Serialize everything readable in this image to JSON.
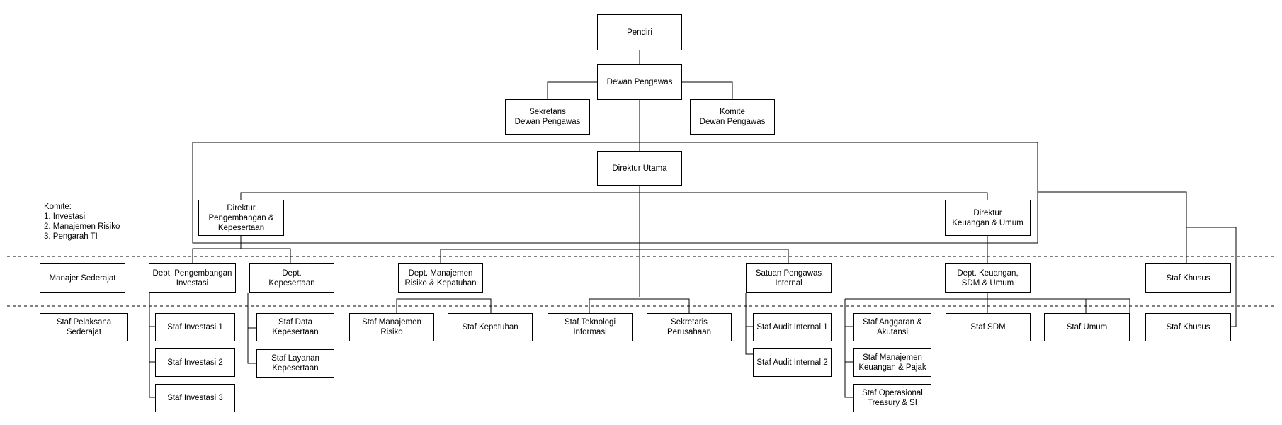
{
  "nodes": {
    "pendiri": "Pendiri",
    "dewan_pengawas": "Dewan Pengawas",
    "sekretaris_dewan": "Sekretaris\nDewan Pengawas",
    "komite_dewan": "Komite\nDewan Pengawas",
    "direktur_utama": "Direktur Utama",
    "direktur_pengembangan": "Direktur\nPengembangan &\nKepesertaan",
    "direktur_keuangan": "Direktur\nKeuangan & Umum",
    "komite_list": "Komite:\n1. Investasi\n2. Manajemen Risiko\n3. Pengarah TI",
    "manajer_sederajat": "Manajer Sederajat",
    "staf_pelaksana": "Staf Pelaksana\nSederajat",
    "dept_pengembangan_investasi": "Dept. Pengembangan\nInvestasi",
    "dept_kepesertaan": "Dept.\nKepesertaan",
    "dept_manajemen_risiko": "Dept. Manajemen\nRisiko & Kepatuhan",
    "satuan_pengawas": "Satuan Pengawas\nInternal",
    "dept_keuangan": "Dept. Keuangan,\nSDM & Umum",
    "staf_khusus_1": "Staf Khusus",
    "staf_investasi_1": "Staf Investasi 1",
    "staf_investasi_2": "Staf Investasi 2",
    "staf_investasi_3": "Staf Investasi 3",
    "staf_data_kepesertaan": "Staf Data\nKepesertaan",
    "staf_layanan_kepesertaan": "Staf Layanan\nKepesertaan",
    "staf_manajemen_risiko": "Staf Manajemen\nRisiko",
    "staf_kepatuhan": "Staf Kepatuhan",
    "staf_teknologi": "Staf Teknologi\nInformasi",
    "sekretaris_perusahaan": "Sekretaris\nPerusahaan",
    "staf_audit_1": "Staf Audit Internal 1",
    "staf_audit_2": "Staf Audit Internal 2",
    "staf_anggaran": "Staf Anggaran &\nAkutansi",
    "staf_manajemen_keuangan": "Staf Manajemen\nKeuangan & Pajak",
    "staf_operasional": "Staf Operasional\nTreasury & SI",
    "staf_sdm": "Staf SDM",
    "staf_umum": "Staf Umum",
    "staf_khusus_2": "Staf Khusus"
  }
}
